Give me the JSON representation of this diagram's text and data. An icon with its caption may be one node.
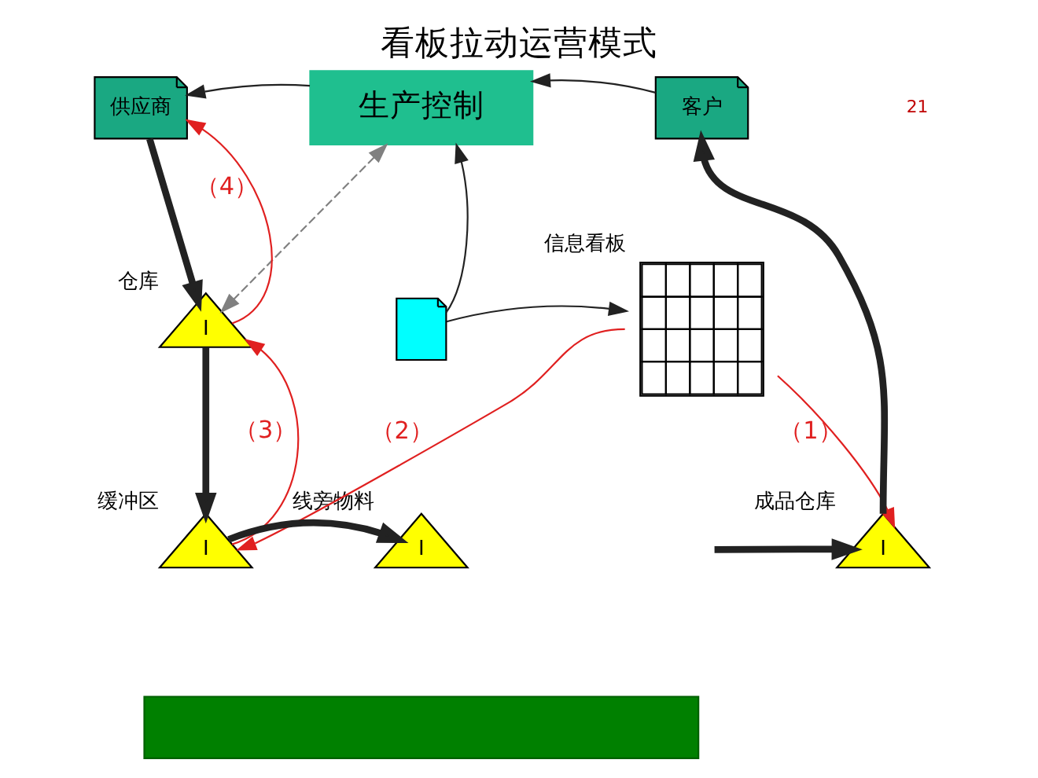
{
  "diagram": {
    "title": "看板拉动运营模式",
    "nodes": [
      {
        "text": [
          "生产控制"
        ]
      },
      {
        "text": [
          "供应商"
        ]
      },
      {
        "text": [
          "客户"
        ]
      },
      {
        "text": [
          "I"
        ],
        "beside": [
          "仓库"
        ]
      },
      {
        "text": [],
        "shape": "cards"
      },
      {
        "text": [],
        "shape": "grid",
        "beside": [
          "信息看板"
        ]
      },
      {
        "text": [
          "I"
        ],
        "beside": [
          "缓冲区"
        ]
      },
      {
        "text": [
          "I"
        ],
        "beside": [
          "线旁物料"
        ]
      },
      {
        "text": [
          "I"
        ],
        "beside": [
          "成品仓库"
        ]
      },
      {
        "text": [],
        "shape": "bar"
      }
    ],
    "edges": [
      {
        "from": 0,
        "to": 1,
        "arrow": "to"
      },
      {
        "from": 2,
        "to": 0,
        "arrow": "to"
      },
      {
        "from": 0,
        "to": 3,
        "arrow": "both",
        "style": "dashed",
        "color": "#808080"
      },
      {
        "from": 4,
        "to": 0,
        "arrow": "to"
      },
      {
        "from": 4,
        "to": 5,
        "arrow": "to"
      },
      {
        "from": 1,
        "to": 3,
        "arrow": "to",
        "style": "thick"
      },
      {
        "from": 3,
        "to": 6,
        "arrow": "to",
        "style": "thick"
      },
      {
        "from": 6,
        "to": 7,
        "arrow": "to",
        "style": "thick"
      },
      {
        "from": null,
        "to": 8,
        "arrow": "to",
        "style": "thick"
      },
      {
        "from": 8,
        "to": 2,
        "arrow": "to",
        "style": "thick"
      },
      {
        "from": 5,
        "to": 8,
        "arrow": "to",
        "label": "（1）",
        "color": "#e02020"
      },
      {
        "from": 5,
        "to": 6,
        "arrow": "to",
        "label": "（2）",
        "color": "#e02020"
      },
      {
        "from": 6,
        "to": 3,
        "arrow": "to",
        "label": "（3）",
        "color": "#e02020"
      },
      {
        "from": 3,
        "to": 1,
        "arrow": "to",
        "label": "（4）",
        "color": "#e02020"
      }
    ],
    "labels": [
      "21"
    ]
  }
}
